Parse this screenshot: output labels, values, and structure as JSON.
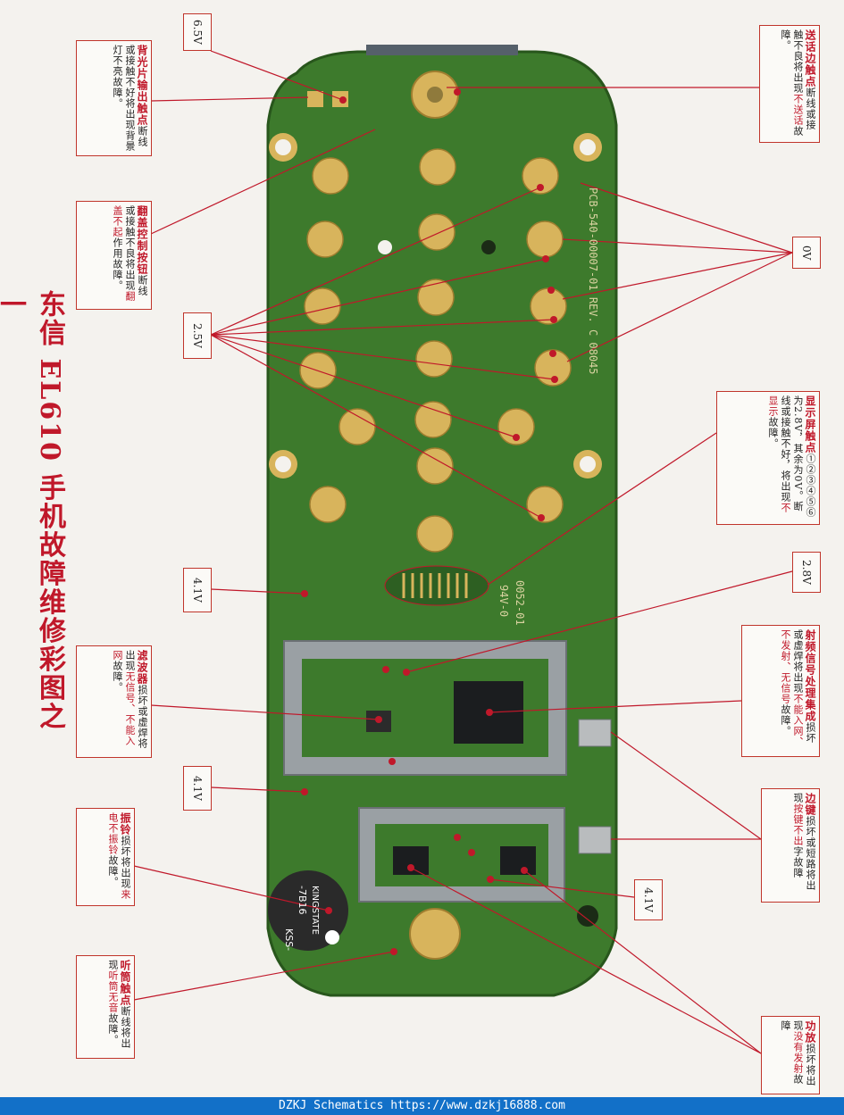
{
  "title": "东信 EL610 手机故障维修彩图之一",
  "colors": {
    "board": "#3d7a2c",
    "board_dark": "#28561c",
    "pad": "#d8b45c",
    "trace": "#2d5f22",
    "accent": "#c0182a",
    "shield": "#9aa0a4",
    "footer": "#1270c8"
  },
  "board": {
    "chip_marking_1": "PCB-540-00007-01 REV. C 08045",
    "chip_marking_2": "0052-01",
    "chip_marking_3": "94V-0",
    "buzzer_text_1": "KSS-",
    "buzzer_text_2": "-7B16",
    "buzzer_text_3": "KINGSTATE"
  },
  "voltages": {
    "v6_5": "6.5V",
    "v0": "0V",
    "v2_5": "2.5V",
    "v4_1_a": "4.1V",
    "v2_8": "2.8V",
    "v4_1_b": "4.1V",
    "v4_1_c": "4.1V"
  },
  "annotations": {
    "backlight": {
      "head": "背光片输出触点",
      "body": "断线或接触不好将出现背景灯不亮故障。"
    },
    "flip": {
      "head": "翻盖控制按钮",
      "body_1": "断线或接触不良将出现",
      "body_red": "翻盖不起",
      "body_2": "作用故障。"
    },
    "mic": {
      "head": "送话边触点",
      "body": "断线或接触不良将出现",
      "body_red": "不送话",
      "body_2": "故障。"
    },
    "display": {
      "head": "显示屏触点",
      "body_1": "①②③④⑤⑥为2.8V，其余为0V。断线或接触不好，将出现",
      "body_red": "不显示",
      "body_2": "故障。"
    },
    "rf": {
      "head": "射频信号处理集成",
      "body_1": "损坏或虚焊将出现",
      "body_red": "不能入网、不发射、无信号",
      "body_2": "故障。"
    },
    "filter": {
      "head": "滤波器",
      "body_1": "损坏或虚焊将出现",
      "body_red": "无信号、不能入网",
      "body_2": "故障。"
    },
    "side_key": {
      "head": "边键",
      "body_1": "损坏或短路将出现",
      "body_red": "按键不出",
      "body_2": "字故障"
    },
    "ringer": {
      "head": "振铃",
      "body_1": "损坏将出现",
      "body_red": "来电不振铃",
      "body_2": "故障。"
    },
    "earpiece": {
      "head": "听筒触点",
      "body_1": "断线将出现",
      "body_red": "听筒无音",
      "body_2": "故障。"
    },
    "pa": {
      "head": "功放",
      "body_1": "损坏将出现",
      "body_red": "没有发射",
      "body_2": "故障"
    }
  },
  "footer": "DZKJ Schematics https://www.dzkj16888.com"
}
